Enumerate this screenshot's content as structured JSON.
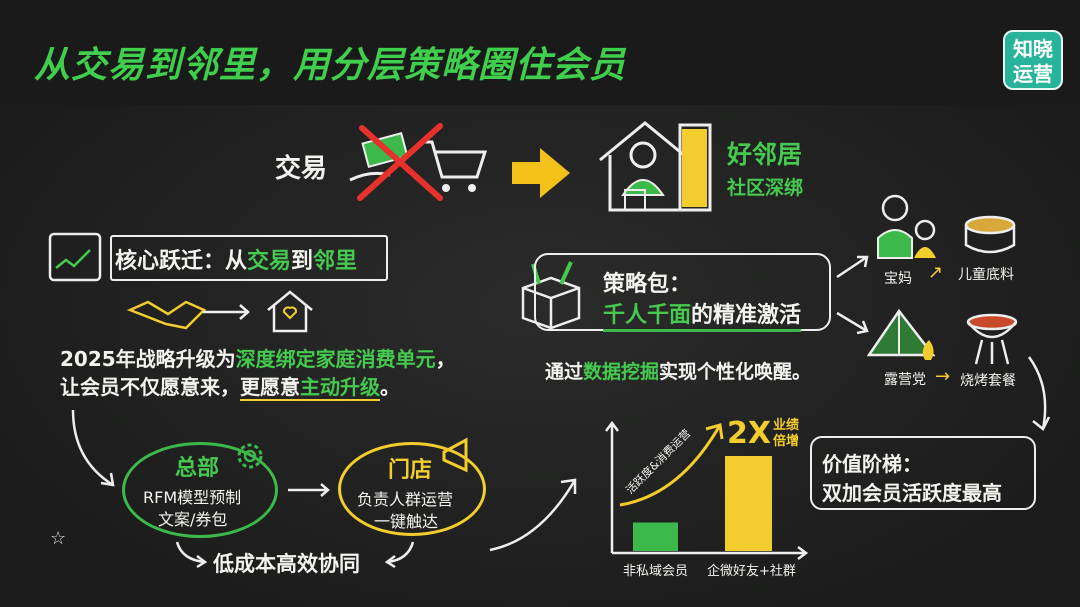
{
  "header": {
    "title": "从交易到邻里，用分层策略圈住会员",
    "logo": "知晓运营"
  },
  "top": {
    "trade": "交易",
    "neighbor": "好邻居",
    "bind": "社区深绑"
  },
  "core": {
    "label_white": "核心跃迁：从",
    "trade": "交易",
    "to": "到",
    "neighbor": "邻里",
    "line1_a": "2025年战略升级为",
    "line1_b": "深度绑定家庭消费单元",
    "line1_c": "，",
    "line2_a": "让会员不仅愿意来，",
    "line2_b": "更愿意",
    "line2_c": "主动升级",
    "line2_d": "。"
  },
  "hq": {
    "title": "总部",
    "line1": "RFM模型预制",
    "line2": "文案/券包"
  },
  "store": {
    "title": "门店",
    "line1": "负责人群运营",
    "line2": "一键触达"
  },
  "synergy": "低成本高效协同",
  "strategy": {
    "title": "策略包：",
    "hl": "千人千面",
    "rest": "的精准激活",
    "desc_a": "通过",
    "desc_b": "数据挖掘",
    "desc_c": "实现个性化唤醒。"
  },
  "segments": [
    {
      "who": "宝妈",
      "what": "儿童底料"
    },
    {
      "who": "露营党",
      "what": "烧烤套餐"
    }
  ],
  "chart": {
    "arrow_label": "活跃度&消费运营",
    "multiplier": "2X",
    "mult_note1": "业绩",
    "mult_note2": "倍增",
    "bars": [
      {
        "label": "非私域会员",
        "level": 0.3,
        "color": "#3cb94a"
      },
      {
        "label": "企微好友+社群",
        "level": 1.0,
        "color": "#f3cd2d"
      }
    ]
  },
  "ladder": {
    "title": "价值阶梯：",
    "text": "双加会员活跃度最高"
  },
  "colors": {
    "green": "#45c94f",
    "yellow": "#f3cd2d",
    "board": "#1e1f1e"
  }
}
